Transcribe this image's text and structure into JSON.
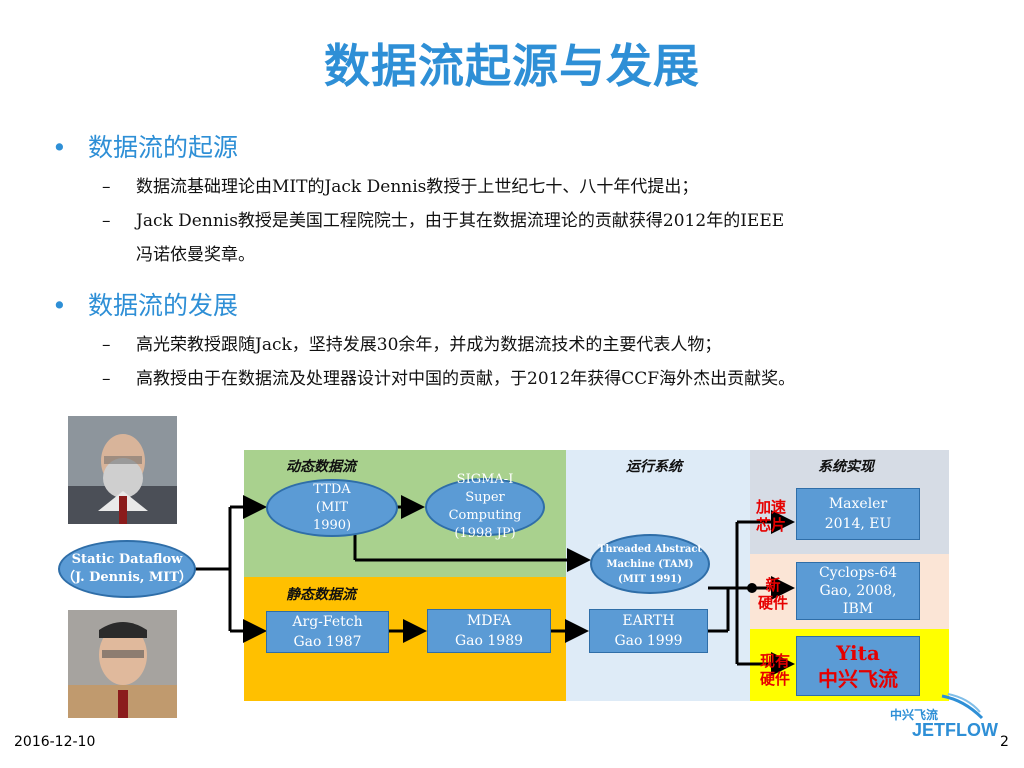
{
  "title": "数据流起源与发展",
  "section1": {
    "heading": "数据流的起源",
    "items": [
      "数据流基础理论由MIT的Jack Dennis教授于上世纪七十、八十年代提出；",
      "Jack Dennis教授是美国工程院院士，由于其在数据流理论的贡献获得2012年的IEEE",
      "冯诺依曼奖章。"
    ]
  },
  "section2": {
    "heading": "数据流的发展",
    "items": [
      "高光荣教授跟随Jack，坚持发展30余年，并成为数据流技术的主要代表人物；",
      "高教授由于在数据流及处理器设计对中国的贡献，于2012年获得CCF海外杰出贡献奖。"
    ]
  },
  "diagram": {
    "dynamic_label": "动态数据流",
    "static_label": "静态数据流",
    "runtime_label": "运行系统",
    "impl_label": "系统实现",
    "origin": [
      "Static Dataflow",
      "（J. Dennis, MIT）"
    ],
    "ttda": [
      "TTDA",
      "(MIT",
      "1990)"
    ],
    "sigma": [
      "SIGMA-I",
      "Super Computing",
      "(1998 JP)"
    ],
    "tam": [
      "Threaded Abstract",
      "Machine (TAM)",
      "(MIT 1991)"
    ],
    "argfetch": [
      "Arg-Fetch",
      "Gao 1987"
    ],
    "mdfa": [
      "MDFA",
      "Gao 1989"
    ],
    "earth": [
      "EARTH",
      "Gao 1999"
    ],
    "maxeler": [
      "Maxeler",
      "2014, EU"
    ],
    "cyclops": [
      "Cyclops-64",
      "Gao, 2008,",
      "IBM"
    ],
    "yita": [
      "Yita",
      "中兴飞流"
    ],
    "accel_label": [
      "加速",
      "芯片"
    ],
    "new_hw_label": [
      "新",
      "硬件"
    ],
    "existing_hw_label": [
      "现有",
      "硬件"
    ]
  },
  "logo": {
    "cn": "中兴飞流",
    "en": "JETFLOW"
  },
  "footer": {
    "date": "2016-12-10",
    "page": "2"
  },
  "colors": {
    "title_blue": "#2e8fd6",
    "dynamic_bg": "#a9d18e",
    "static_bg": "#ffc000",
    "runtime_bg": "#deebf7",
    "impl_top_bg": "#d6dce5",
    "impl_mid_bg": "#fbe5d6",
    "impl_bottom_bg": "#ffff00",
    "node_blue": "#5b9bd5",
    "red": "#e60000"
  }
}
